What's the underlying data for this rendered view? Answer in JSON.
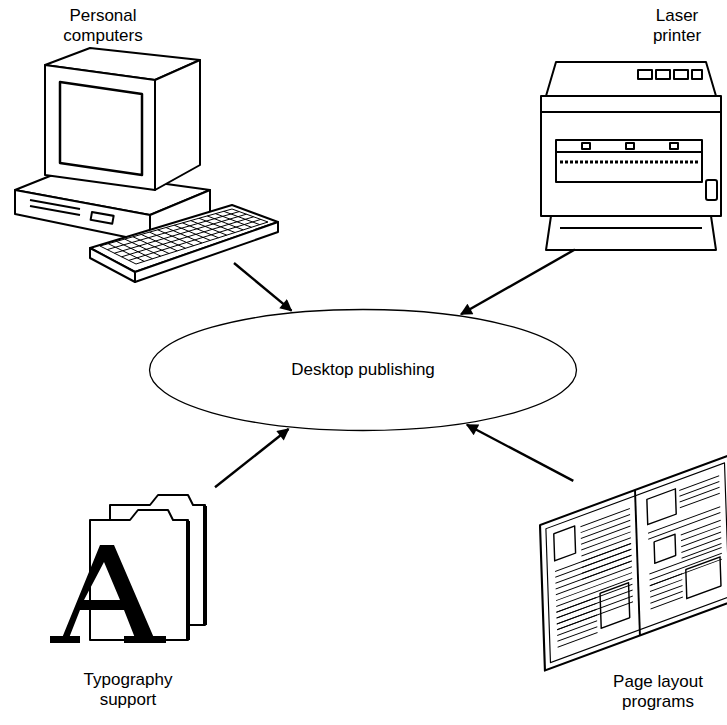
{
  "diagram": {
    "nodes": [
      {
        "text": [
          "Personal computers"
        ]
      },
      {
        "text": [
          "Laser printer"
        ]
      },
      {
        "text": [
          "Desktop publishing"
        ]
      },
      {
        "text": [
          "Typography support"
        ]
      },
      {
        "text": [
          "Page layout programs"
        ]
      }
    ],
    "edges": [
      {
        "from": 0,
        "to": 2,
        "arrow": "to"
      },
      {
        "from": 1,
        "to": 2,
        "arrow": "to"
      },
      {
        "from": 3,
        "to": 2,
        "arrow": "to"
      },
      {
        "from": 4,
        "to": 2,
        "arrow": "to"
      }
    ]
  }
}
